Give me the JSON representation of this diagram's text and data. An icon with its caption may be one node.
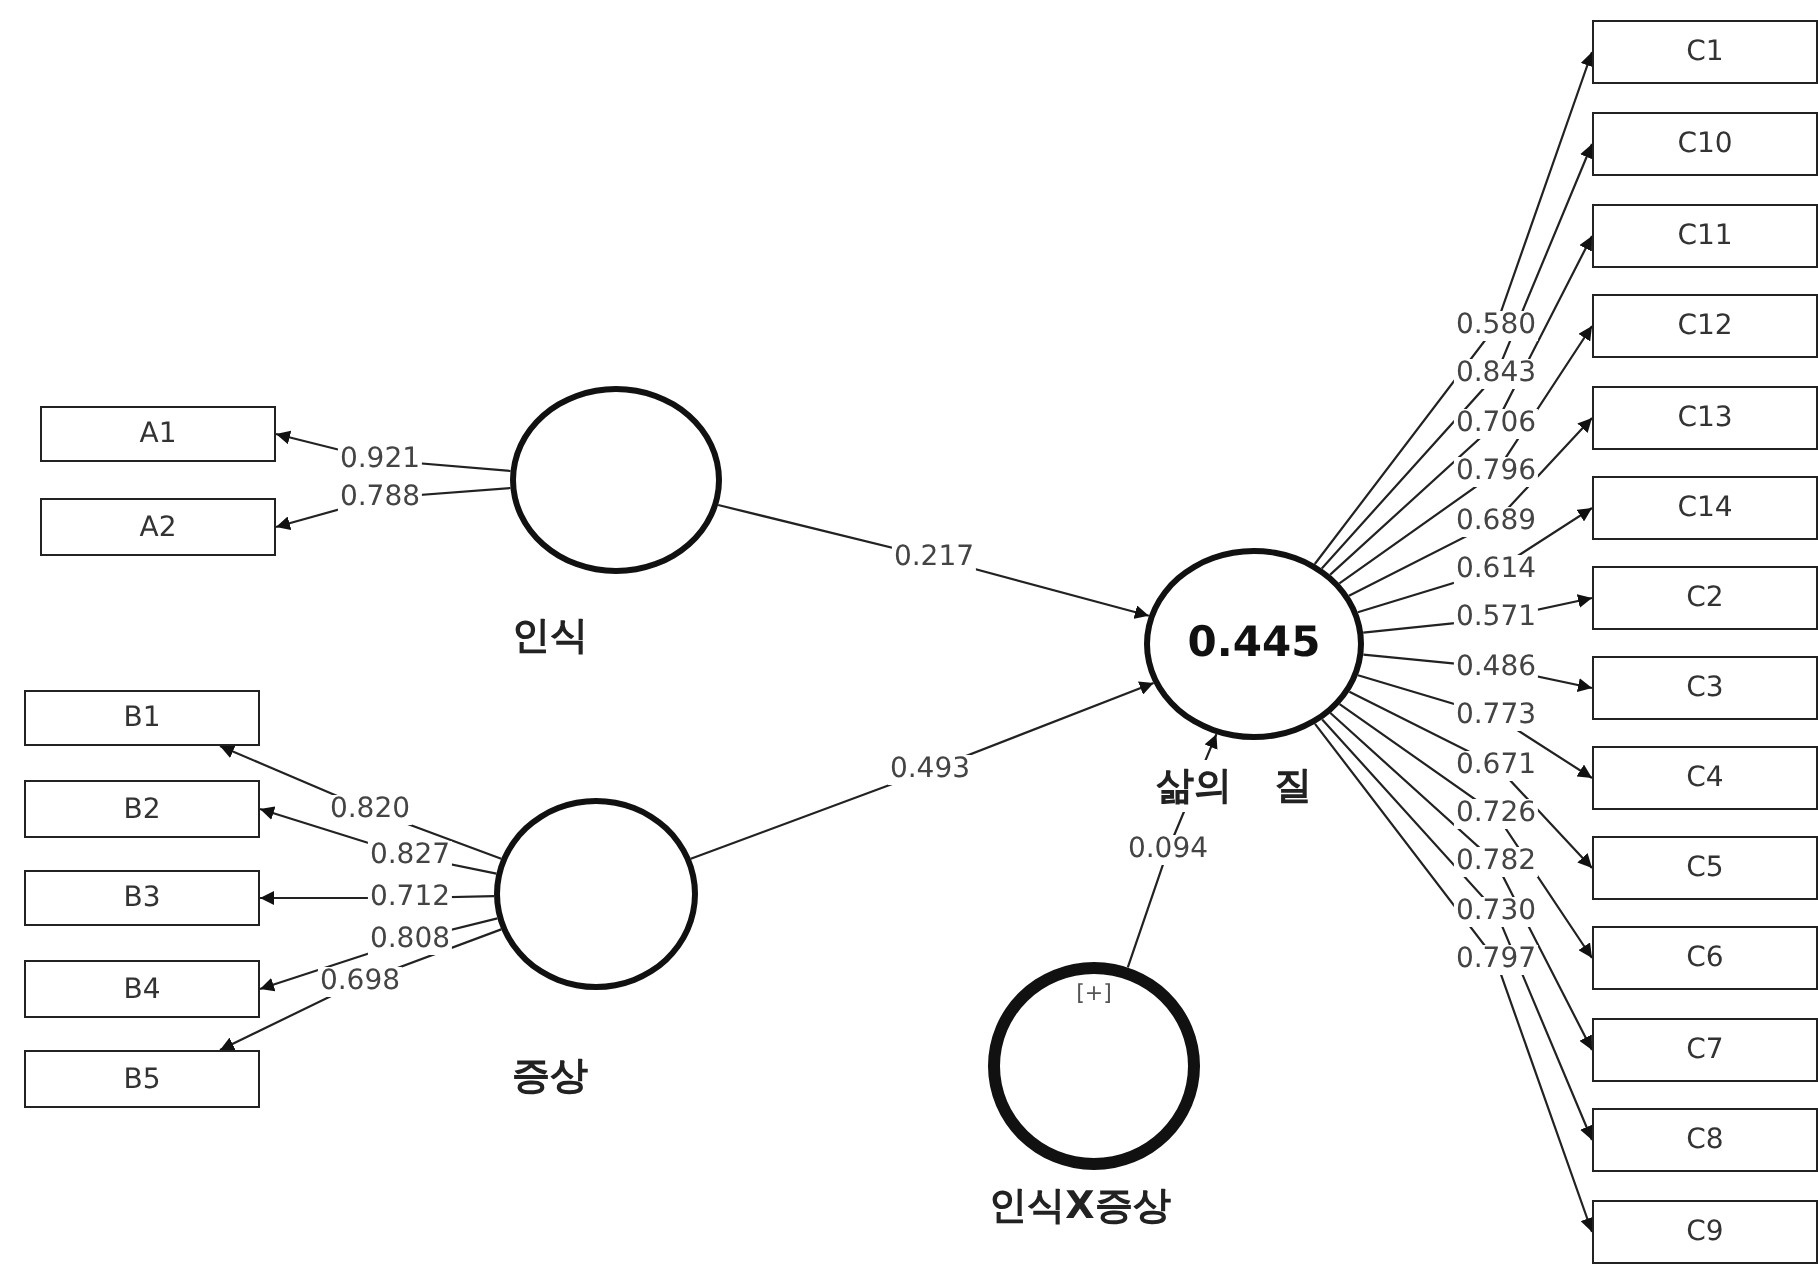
{
  "diagram": {
    "nodes": [
      {
        "text": [
          "인식"
        ]
      },
      {
        "text": [
          "증상"
        ]
      },
      {
        "text": [
          "0.445",
          "삶의 질"
        ]
      },
      {
        "text": [
          "[+]",
          "인식X증상"
        ]
      },
      {
        "text": [
          "A1"
        ]
      },
      {
        "text": [
          "A2"
        ]
      },
      {
        "text": [
          "B1"
        ]
      },
      {
        "text": [
          "B2"
        ]
      },
      {
        "text": [
          "B3"
        ]
      },
      {
        "text": [
          "B4"
        ]
      },
      {
        "text": [
          "B5"
        ]
      },
      {
        "text": [
          "C1"
        ]
      },
      {
        "text": [
          "C10"
        ]
      },
      {
        "text": [
          "C11"
        ]
      },
      {
        "text": [
          "C12"
        ]
      },
      {
        "text": [
          "C13"
        ]
      },
      {
        "text": [
          "C14"
        ]
      },
      {
        "text": [
          "C2"
        ]
      },
      {
        "text": [
          "C3"
        ]
      },
      {
        "text": [
          "C4"
        ]
      },
      {
        "text": [
          "C5"
        ]
      },
      {
        "text": [
          "C6"
        ]
      },
      {
        "text": [
          "C7"
        ]
      },
      {
        "text": [
          "C8"
        ]
      },
      {
        "text": [
          "C9"
        ]
      }
    ],
    "edges": [
      {
        "from": 0,
        "to": 4,
        "arrow": "to",
        "label": "0.921"
      },
      {
        "from": 0,
        "to": 5,
        "arrow": "to",
        "label": "0.788"
      },
      {
        "from": 1,
        "to": 6,
        "arrow": "to",
        "label": "0.820"
      },
      {
        "from": 1,
        "to": 7,
        "arrow": "to",
        "label": "0.827"
      },
      {
        "from": 1,
        "to": 8,
        "arrow": "to",
        "label": "0.712"
      },
      {
        "from": 1,
        "to": 9,
        "arrow": "to",
        "label": "0.808"
      },
      {
        "from": 1,
        "to": 10,
        "arrow": "to",
        "label": "0.698"
      },
      {
        "from": 0,
        "to": 2,
        "arrow": "to",
        "label": "0.217"
      },
      {
        "from": 1,
        "to": 2,
        "arrow": "to",
        "label": "0.493"
      },
      {
        "from": 3,
        "to": 2,
        "arrow": "to",
        "label": "0.094"
      },
      {
        "from": 2,
        "to": 11,
        "arrow": "to",
        "label": "0.580"
      },
      {
        "from": 2,
        "to": 12,
        "arrow": "to",
        "label": "0.843"
      },
      {
        "from": 2,
        "to": 13,
        "arrow": "to",
        "label": "0.706"
      },
      {
        "from": 2,
        "to": 14,
        "arrow": "to",
        "label": "0.796"
      },
      {
        "from": 2,
        "to": 15,
        "arrow": "to",
        "label": "0.689"
      },
      {
        "from": 2,
        "to": 16,
        "arrow": "to",
        "label": "0.614"
      },
      {
        "from": 2,
        "to": 17,
        "arrow": "to",
        "label": "0.571"
      },
      {
        "from": 2,
        "to": 18,
        "arrow": "to",
        "label": "0.486"
      },
      {
        "from": 2,
        "to": 19,
        "arrow": "to",
        "label": "0.773"
      },
      {
        "from": 2,
        "to": 20,
        "arrow": "to",
        "label": "0.671"
      },
      {
        "from": 2,
        "to": 21,
        "arrow": "to",
        "label": "0.726"
      },
      {
        "from": 2,
        "to": 22,
        "arrow": "to",
        "label": "0.782"
      },
      {
        "from": 2,
        "to": 23,
        "arrow": "to",
        "label": "0.730"
      },
      {
        "from": 2,
        "to": 24,
        "arrow": "to",
        "label": "0.797"
      }
    ]
  }
}
